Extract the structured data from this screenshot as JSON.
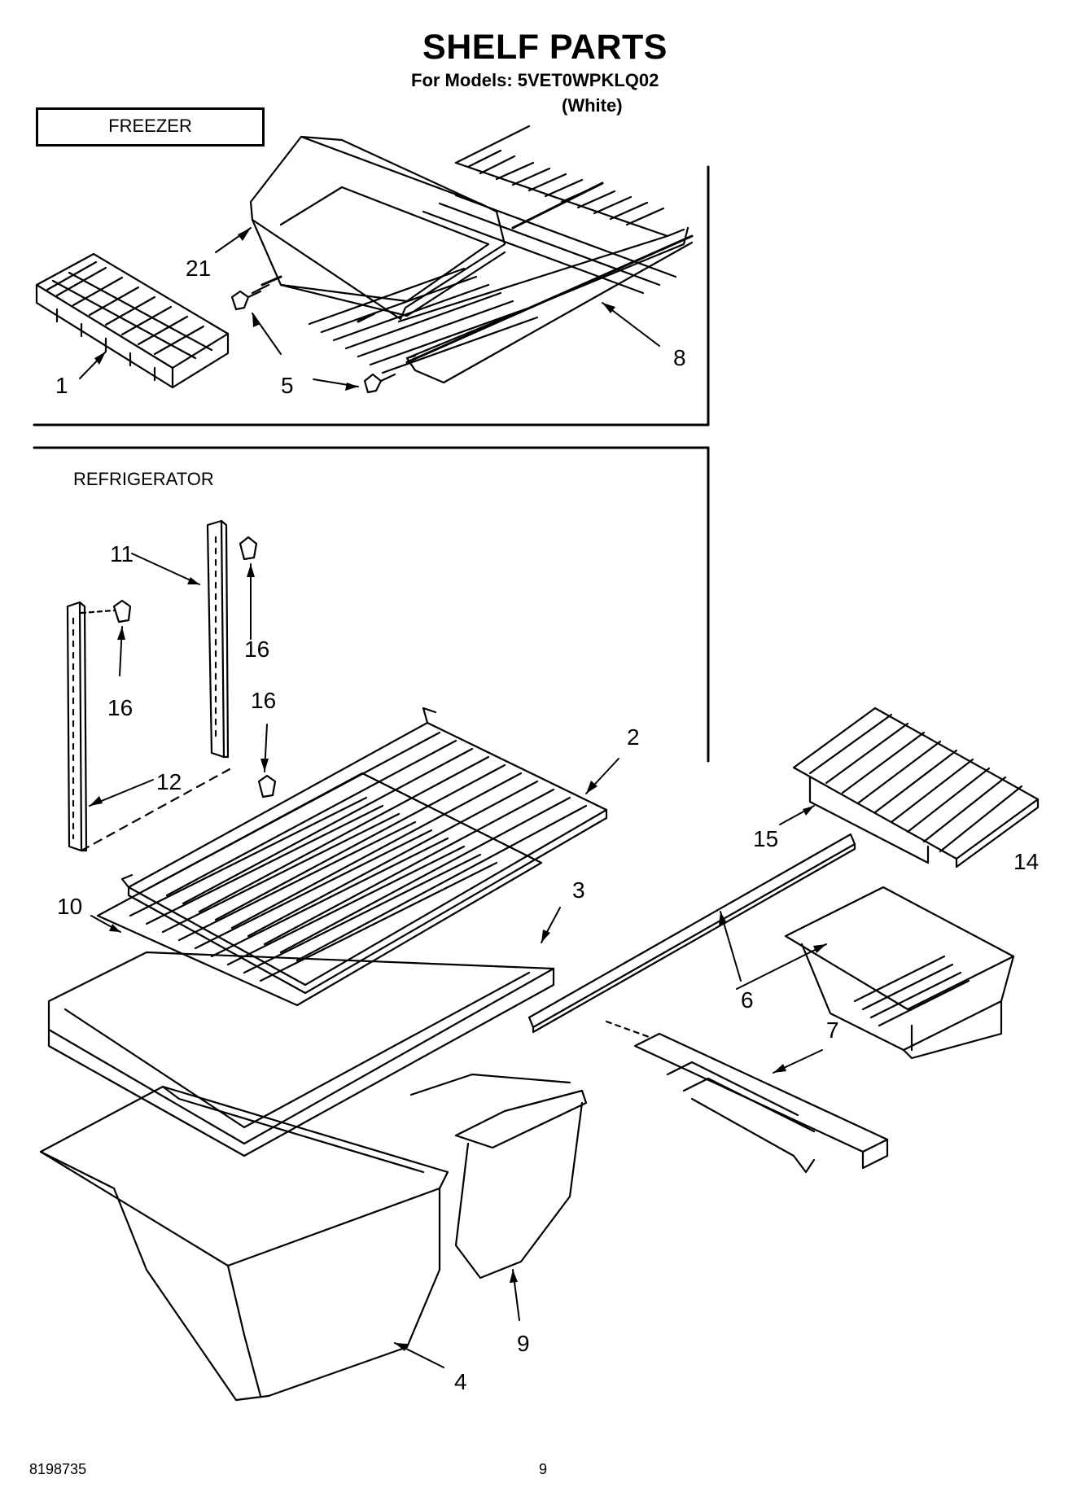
{
  "header": {
    "title": "SHELF PARTS",
    "models_line": "For Models: 5VET0WPKLQ02",
    "color_line": "(White)"
  },
  "sections": {
    "freezer": "FREEZER",
    "refrigerator": "REFRIGERATOR"
  },
  "callouts": {
    "c1": "1",
    "c2": "2",
    "c3": "3",
    "c4": "4",
    "c5": "5",
    "c6": "6",
    "c7": "7",
    "c8": "8",
    "c9": "9",
    "c10": "10",
    "c11": "11",
    "c12": "12",
    "c14": "14",
    "c15": "15",
    "c16a": "16",
    "c16b": "16",
    "c16c": "16",
    "c21": "21"
  },
  "footer": {
    "doc_number": "8198735",
    "page_number": "9"
  }
}
